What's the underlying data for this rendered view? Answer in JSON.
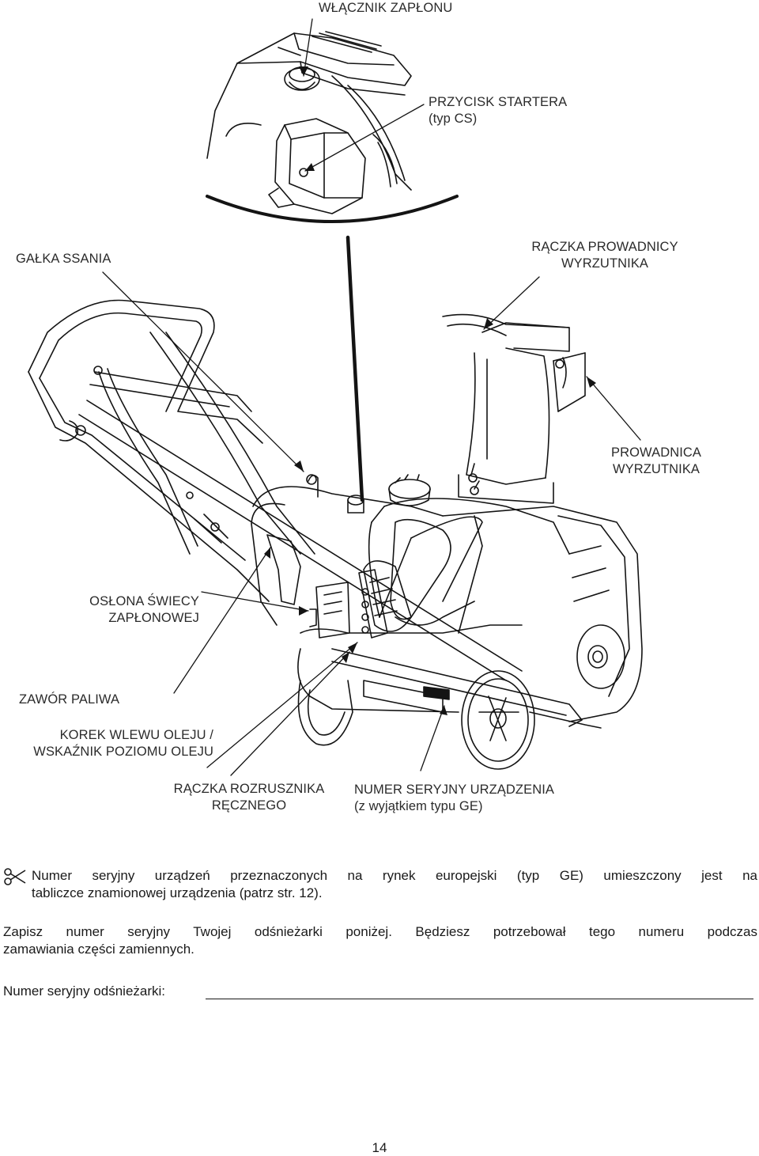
{
  "labels": {
    "ignition_switch": [
      "WŁĄCZNIK ZAPŁONU"
    ],
    "starter_button": [
      "PRZYCISK STARTERA",
      "(typ CS)"
    ],
    "choke_knob": [
      "GAŁKA SSANIA"
    ],
    "chute_guide_handle": [
      "RĄCZKA PROWADNICY",
      "WYRZUTNIKA"
    ],
    "chute_guide": [
      "PROWADNICA",
      "WYRZUTNIKA"
    ],
    "spark_plug_cover": [
      "OSŁONA ŚWIECY",
      "ZAPŁONOWEJ"
    ],
    "fuel_valve": [
      "ZAWÓR PALIWA"
    ],
    "oil_filler_cap": [
      "KOREK WLEWU OLEJU /",
      "WSKAŹNIK POZIOMU OLEJU"
    ],
    "recoil_starter_grip": [
      "RĄCZKA ROZRUSZNIKA",
      "RĘCZNEGO"
    ],
    "serial_number_location": [
      "NUMER SERYJNY URZĄDZENIA",
      "(z wyjątkiem typu GE)"
    ]
  },
  "note": {
    "icon": "note-scissors-icon",
    "lines": [
      "Numer seryjny urządzeń przeznaczonych na rynek europejski (typ GE) umieszczony jest na",
      "tabliczce znamionowej urządzenia (patrz str. 12)."
    ]
  },
  "record": {
    "lines": [
      "Zapisz numer seryjny Twojej odśnieżarki poniżej. Będziesz potrzebował tego numeru podczas",
      "zamawiania części zamiennych."
    ]
  },
  "serial_field": {
    "label": "Numer seryjny odśnieżarki:"
  },
  "page_number": "14"
}
